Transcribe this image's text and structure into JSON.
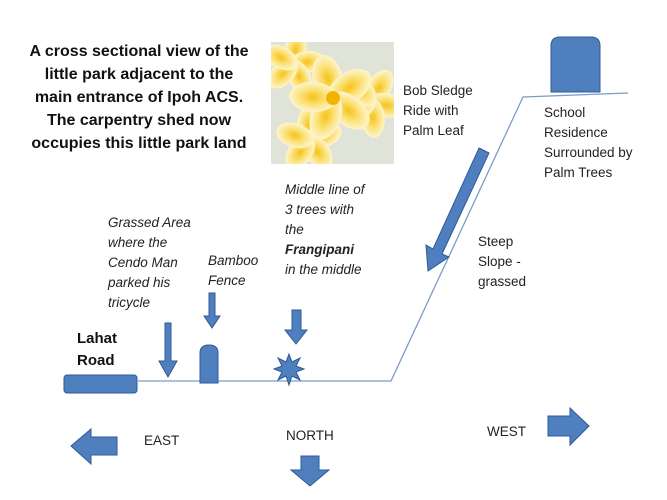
{
  "title": "A  cross sectional view of the little park adjacent to the main entrance of Ipoh ACS. The carpentry shed now occupies this little park land",
  "labels": {
    "grassed_area": "Grassed Area where the Cendo Man parked his tricycle",
    "bamboo_fence": "Bamboo Fence",
    "middle_line_pre": "Middle line of 3 trees with the",
    "middle_line_bold": "Frangipani",
    "middle_line_post": "in the middle",
    "lahat_road": "Lahat Road",
    "bob_sledge": "Bob Sledge Ride with Palm Leaf",
    "steep_slope": "Steep Slope - grassed",
    "school_residence": "School Residence Surrounded by Palm Trees"
  },
  "compass": {
    "east": "EAST",
    "north": "NORTH",
    "west": "WEST"
  },
  "colors": {
    "shape_fill": "#4f7fbf",
    "shape_stroke": "#2f5a96",
    "ground_line": "#7a9cc8"
  }
}
